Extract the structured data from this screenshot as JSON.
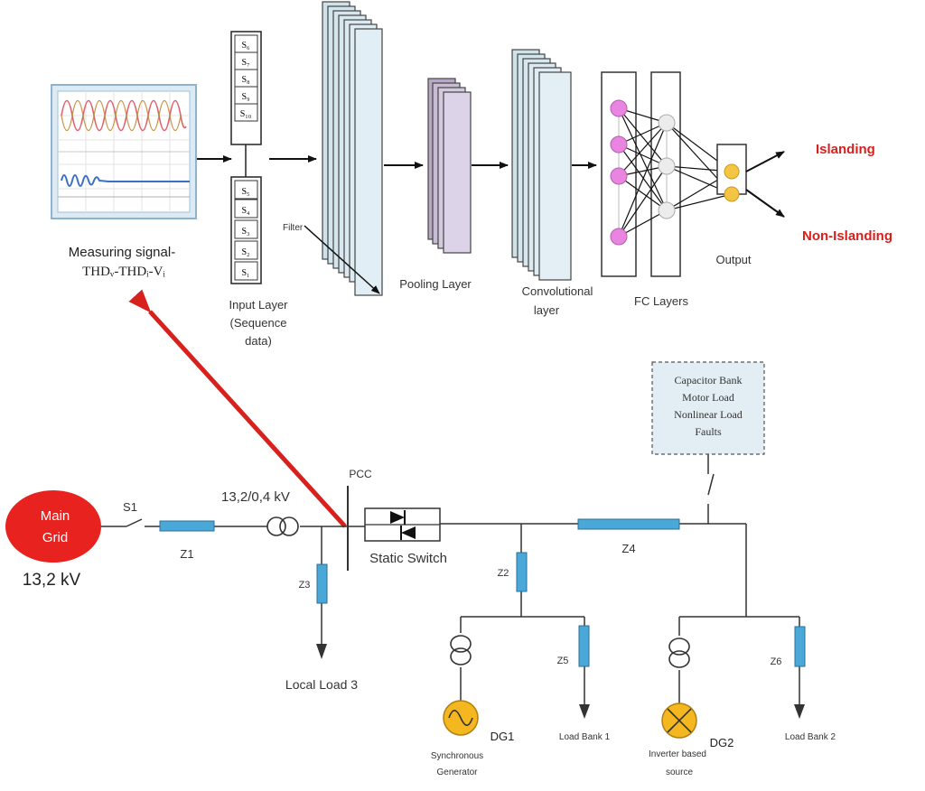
{
  "cnn": {
    "signal_label_1": "Measuring signal-",
    "signal_label_2": "THDᵥ-THDᵢ-Vᵢ",
    "input_top": [
      "S₆",
      "S₇",
      "S₈",
      "S₉",
      "S₁₀"
    ],
    "input_bottom": [
      "S₅",
      "S₄",
      "S₃",
      "S₂",
      "S₁"
    ],
    "input_label_1": "Input Layer",
    "input_label_2": "(Sequence",
    "input_label_3": "data)",
    "filter_label": "Filter",
    "pooling_label": "Pooling Layer",
    "conv_label_1": "Convolutional",
    "conv_label_2": "layer",
    "fc_label": "FC Layers",
    "output_label": "Output",
    "islanding": "Islanding",
    "non_islanding": "Non-Islanding"
  },
  "grid": {
    "main_grid_1": "Main",
    "main_grid_2": "Grid",
    "main_voltage": "13,2 kV",
    "s1": "S1",
    "transformer": "13,2/0,4 kV",
    "z1": "Z1",
    "z2": "Z2",
    "z3": "Z3",
    "z4": "Z4",
    "z5": "Z5",
    "z6": "Z6",
    "pcc": "PCC",
    "static_switch": "Static Switch",
    "local_load": "Local Load 3",
    "load_box": [
      "Capacitor Bank",
      "Motor Load",
      "Nonlinear Load",
      "Faults"
    ],
    "dg1": "DG1",
    "dg2": "DG2",
    "sync_gen_1": "Synchronous",
    "sync_gen_2": "Generator",
    "inverter_1": "Inverter based",
    "inverter_2": "source",
    "load_bank_1": "Load Bank 1",
    "load_bank_2": "Load Bank 2"
  },
  "colors": {
    "red": "#d8201c",
    "fill_red": "#e8231f",
    "impedance": "#49a8d8",
    "layer": "#d6e8f0",
    "pooling": "#dcd3e6",
    "node_pink": "#e985e0",
    "node_yellow": "#f4c542"
  }
}
